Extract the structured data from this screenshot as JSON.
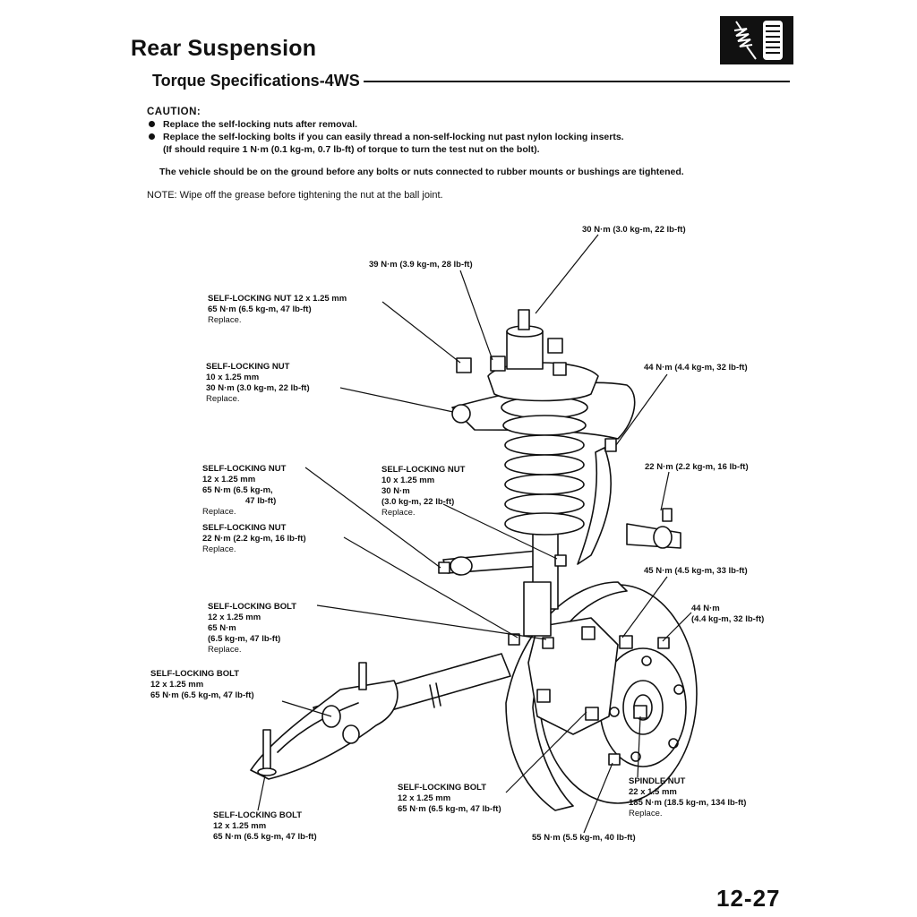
{
  "header": {
    "title": "Rear Suspension",
    "subtitle": "Torque Specifications-4WS"
  },
  "caution": {
    "heading": "CAUTION:",
    "bullet1": "Replace the self-locking nuts after removal.",
    "bullet2": "Replace the self-locking bolts if you can easily thread a non-self-locking nut past nylon locking inserts.",
    "bullet2_sub": "(If should require 1 N·m (0.1 kg-m, 0.7 lb-ft) of torque to turn the test nut on the bolt)."
  },
  "vehicle_note": "The vehicle should be on the ground before any bolts or nuts connected to rubber mounts or bushings are tightened.",
  "note": "NOTE: Wipe off the grease before tightening the nut at the ball joint.",
  "callouts": {
    "top_right_30": "30 N·m (3.0 kg-m, 22 lb-ft)",
    "top_39": "39 N·m (3.9 kg-m, 28 lb-ft)",
    "nut_12_upper": {
      "line1": "SELF-LOCKING NUT 12 x 1.25 mm",
      "line2": "65 N·m (6.5 kg-m, 47 lb-ft)",
      "line3": "Replace."
    },
    "nut_10_upper": {
      "line1": "SELF-LOCKING NUT",
      "line2": "10 x 1.25 mm",
      "line3": "30 N·m (3.0 kg-m, 22 lb-ft)",
      "line4": "Replace."
    },
    "right_44": "44 N·m (4.4 kg-m, 32 lb-ft)",
    "right_22": "22 N·m (2.2 kg-m, 16 lb-ft)",
    "nut_12_mid": {
      "line1": "SELF-LOCKING NUT",
      "line2": "12 x 1.25 mm",
      "line3": "65 N·m (6.5 kg-m,",
      "line4": "47 lb-ft)",
      "line5": "Replace."
    },
    "nut_10_mid": {
      "line1": "SELF-LOCKING NUT",
      "line2": "10 x 1.25 mm",
      "line3": "30 N·m",
      "line4": "(3.0 kg-m, 22 lb-ft)",
      "line5": "Replace."
    },
    "nut_22": {
      "line1": "SELF-LOCKING NUT",
      "line2": "22 N·m (2.2 kg-m, 16 lb-ft)",
      "line3": "Replace."
    },
    "right_45": "45 N·m (4.5 kg-m, 33 lb-ft)",
    "right_44b": {
      "line1": "44 N·m",
      "line2": "(4.4 kg-m, 32 lb-ft)"
    },
    "bolt_mid": {
      "line1": "SELF-LOCKING BOLT",
      "line2": "12 x 1.25 mm",
      "line3": "65 N·m",
      "line4": "(6.5 kg-m, 47 lb-ft)",
      "line5": "Replace."
    },
    "bolt_left": {
      "line1": "SELF-LOCKING BOLT",
      "line2": "12 x 1.25 mm",
      "line3": "65 N·m (6.5 kg-m, 47 lb-ft)"
    },
    "bolt_lower_center": {
      "line1": "SELF-LOCKING BOLT",
      "line2": "12 x 1.25 mm",
      "line3": "65 N·m (6.5 kg-m, 47 lb-ft)"
    },
    "spindle_nut": {
      "line1": "SPINDLE NUT",
      "line2": "22 x 1.5 mm",
      "line3": "185 N·m (18.5 kg-m, 134 lb-ft)",
      "line4": "Replace."
    },
    "bolt_bottom_left": {
      "line1": "SELF-LOCKING BOLT",
      "line2": "12 x 1.25 mm",
      "line3": "65 N·m (6.5 kg-m, 47 lb-ft)"
    },
    "bottom_55": "55 N·m (5.5 kg-m, 40 lb-ft)"
  },
  "page_number": "12-27",
  "icons": {
    "section": "shock-absorber-tire-icon"
  }
}
